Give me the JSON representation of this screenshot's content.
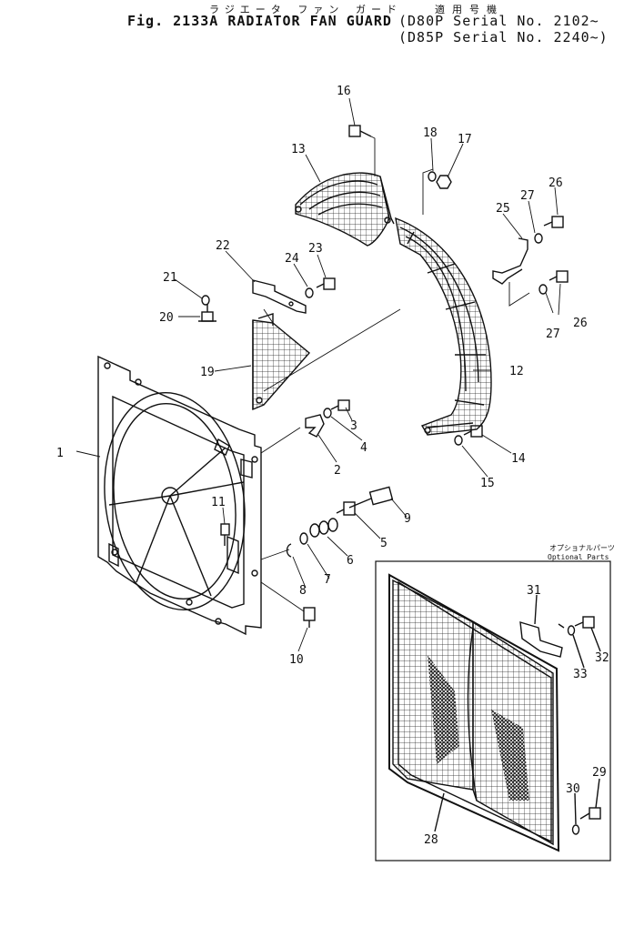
{
  "header": {
    "title_jp": "ラジエータ ファン ガード",
    "title": "Fig. 2133A RADIATOR FAN GUARD",
    "applicability_jp": "適用号機",
    "serial_lines": [
      "(D80P Serial No. 2102~",
      "(D85P Serial No. 2240~)"
    ]
  },
  "optional_box": {
    "label_jp": "オプショナルパーツ",
    "label": "Optional Parts"
  },
  "callouts": [
    "1",
    "2",
    "3",
    "4",
    "5",
    "6",
    "7",
    "8",
    "9",
    "10",
    "11",
    "12",
    "13",
    "14",
    "15",
    "16",
    "17",
    "18",
    "19",
    "20",
    "21",
    "22",
    "23",
    "24",
    "25",
    "26",
    "27",
    "26",
    "27",
    "28",
    "29",
    "30",
    "31",
    "32",
    "33"
  ]
}
